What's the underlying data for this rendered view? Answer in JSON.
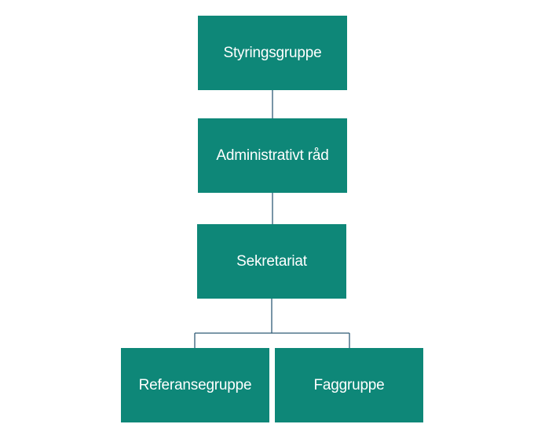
{
  "colors": {
    "box_fill": "#0e8778",
    "box_text": "#ffffff",
    "connector": "#2f5b75"
  },
  "org_chart": {
    "root": {
      "label": "Styringsgruppe"
    },
    "level2": {
      "label": "Administrativt råd"
    },
    "level3": {
      "label": "Sekretariat"
    },
    "level4": [
      {
        "label": "Referansegruppe"
      },
      {
        "label": "Faggruppe"
      }
    ]
  }
}
